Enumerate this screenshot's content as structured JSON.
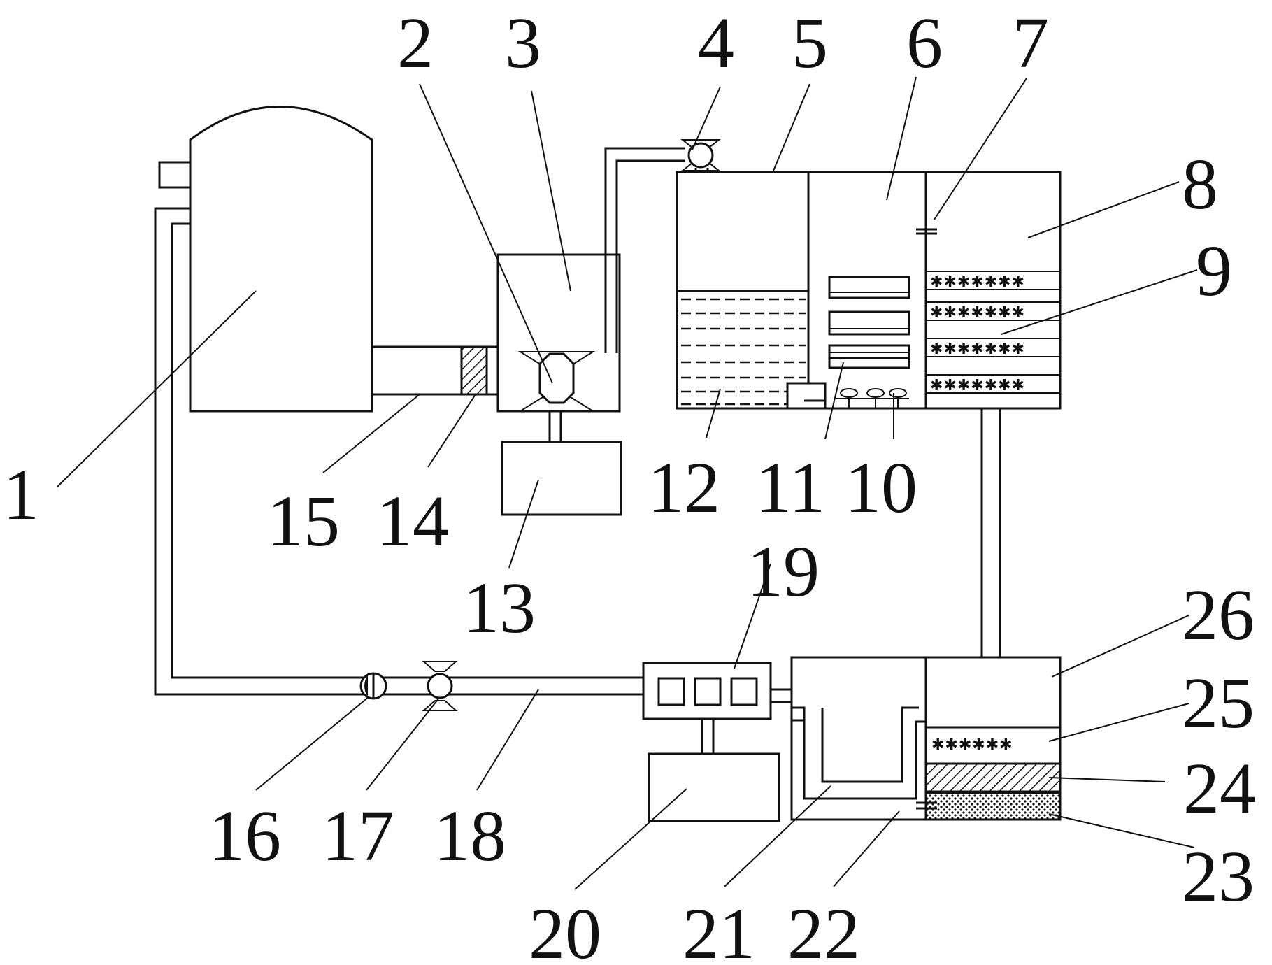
{
  "labels": {
    "l1": "1",
    "l2": "2",
    "l3": "3",
    "l4": "4",
    "l5": "5",
    "l6": "6",
    "l7": "7",
    "l8": "8",
    "l9": "9",
    "l10": "10",
    "l11": "11",
    "l12": "12",
    "l13": "13",
    "l14": "14",
    "l15": "15",
    "l16": "16",
    "l17": "17",
    "l18": "18",
    "l19": "19",
    "l20": "20",
    "l21": "21",
    "l22": "22",
    "l23": "23",
    "l24": "24",
    "l25": "25",
    "l26": "26"
  },
  "star_row": "✱✱✱✱✱✱✱",
  "star_row_short": "✱✱✱✱✱✱"
}
